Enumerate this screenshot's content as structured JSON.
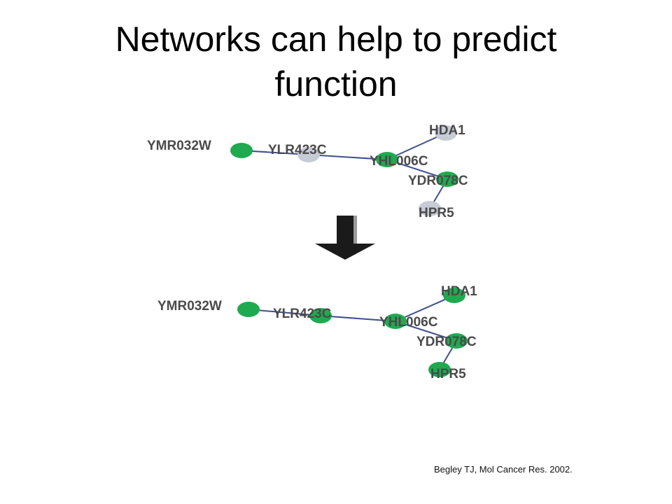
{
  "slide": {
    "title_line1": "Networks can help to predict",
    "title_line2": "function",
    "citation": "Begley TJ, Mol Cancer Res. 2002."
  },
  "colors": {
    "known_function": "#1faa4f",
    "unknown_function": "#c6cbd6",
    "edge": "#3f4f8a",
    "label": "#4a4a4a",
    "arrow": "#1a1a1a"
  },
  "networks": {
    "before": {
      "nodes": [
        {
          "id": "YMR032W",
          "label": "YMR032W",
          "status": "known"
        },
        {
          "id": "YLR423C",
          "label": "YLR423C",
          "status": "unknown"
        },
        {
          "id": "YHL006C",
          "label": "YHL006C",
          "status": "known"
        },
        {
          "id": "HDA1",
          "label": "HDA1",
          "status": "unknown"
        },
        {
          "id": "YDR078C",
          "label": "YDR078C",
          "status": "known"
        },
        {
          "id": "HPR5",
          "label": "HPR5",
          "status": "unknown"
        }
      ],
      "edges": [
        [
          "YMR032W",
          "YLR423C"
        ],
        [
          "YLR423C",
          "YHL006C"
        ],
        [
          "YHL006C",
          "HDA1"
        ],
        [
          "YHL006C",
          "YDR078C"
        ],
        [
          "YDR078C",
          "HPR5"
        ]
      ]
    },
    "after": {
      "nodes": [
        {
          "id": "YMR032W",
          "label": "YMR032W",
          "status": "known"
        },
        {
          "id": "YLR423C",
          "label": "YLR423C",
          "status": "known"
        },
        {
          "id": "YHL006C",
          "label": "YHL006C",
          "status": "known"
        },
        {
          "id": "HDA1",
          "label": "HDA1",
          "status": "known"
        },
        {
          "id": "YDR078C",
          "label": "YDR078C",
          "status": "known"
        },
        {
          "id": "HPR5",
          "label": "HPR5",
          "status": "known"
        }
      ],
      "edges": [
        [
          "YMR032W",
          "YLR423C"
        ],
        [
          "YLR423C",
          "YHL006C"
        ],
        [
          "YHL006C",
          "HDA1"
        ],
        [
          "YHL006C",
          "YDR078C"
        ],
        [
          "YDR078C",
          "HPR5"
        ]
      ]
    }
  }
}
